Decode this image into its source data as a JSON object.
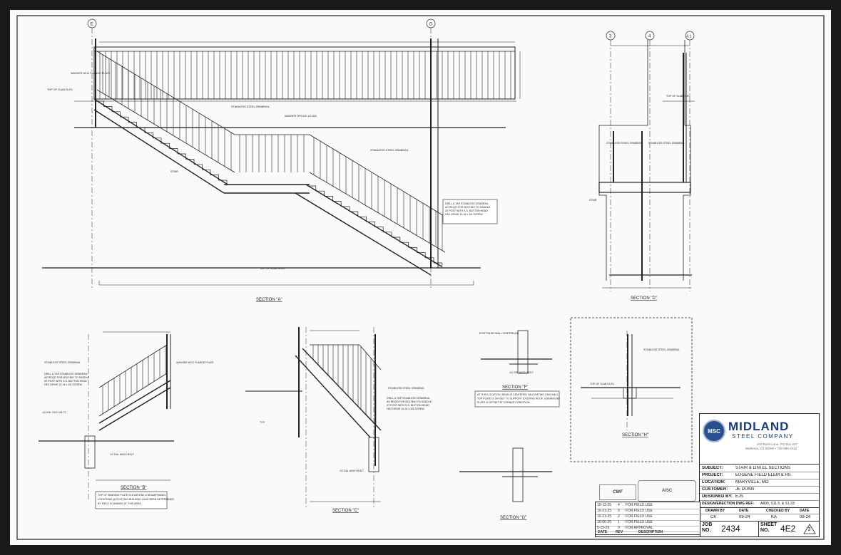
{
  "title_block": {
    "company_initials": "MSC",
    "company_name_1": "MIDLAND",
    "company_name_2": "STEEL COMPANY",
    "address_1": "202 Bosh Lane, PO Box 527",
    "address_2": "Wathena, KS 66090 • 785-989-4442",
    "subject_label": "SUBJECT:",
    "subject": "STAIR & LINTEL SECTIONS",
    "project_label": "PROJECT:",
    "project": "EUGENE FIELD ELEM & HS",
    "location_label": "LOCATION:",
    "location": "MARYVILLE, MO",
    "customer_label": "CUSTOMER:",
    "customer": "JE DUNN",
    "designed_by_label": "DESIGNED BY:",
    "designed_by": "EJS",
    "erection_ref_label": "DESIGN/ERECTION DWG REF:",
    "erection_ref": "A800, S11.5, & S1.33",
    "drawn_by_label": "DRAWN BY",
    "drawn_by": "CK",
    "date_label": "DATE",
    "drawn_date": "09-24",
    "checked_by_label": "CHECKED BY",
    "checked_by": "KA",
    "checked_date": "09-24",
    "job_label_1": "JOB",
    "job_label_2": "NO.",
    "job_no": "2434",
    "sheet_label_1": "SHEET",
    "sheet_label_2": "NO.",
    "sheet_no": "4E2",
    "rev_no": "3",
    "cert_logo_1": "CWF",
    "cert_logo_2": "AISC"
  },
  "revisions": {
    "header_date": "DATE",
    "header_rev": "REV",
    "header_desc": "DESCRIPTION",
    "rows": [
      {
        "date": "10-13-25",
        "rev": "4",
        "desc": "FOR FIELD USE"
      },
      {
        "date": "10-21-25",
        "rev": "3",
        "desc": "FOR FIELD USE"
      },
      {
        "date": "10-21-25",
        "rev": "2",
        "desc": "FOR FIELD USE"
      },
      {
        "date": "10-06-25",
        "rev": "1",
        "desc": "FOR FIELD USE"
      },
      {
        "date": "5-15-25",
        "rev": "0",
        "desc": "FOR APPROVAL"
      }
    ]
  },
  "sections": {
    "a": "SECTION \"A\"",
    "b": "SECTION \"B\"",
    "c": "SECTION \"C\"",
    "d": "SECTION \"D\"",
    "f": "SECTION \"F\"",
    "g": "SECTION \"G\"",
    "h": "SECTION \"H\""
  },
  "grid_bubbles": [
    "E",
    "G",
    "3",
    "4",
    "4.1"
  ],
  "notes": {
    "drill_tap": "DRILL & TAP STAINLESS GRABRAIL AS REQ'D FOR BOLTING TO SADDLE AT POST WITH S.S. BUTTON HEAD HEX DRIVE 10-24 x 3/4 SCREW",
    "lintel_note": "AT THIS LOCATION, BEAM IS CENTERED ON EXISTING CMU WALL. TOP PLATE IS OFFSET TO SUPPORT EXISTING ROOF, & BEAM END PLATE IS OFFSET AT CORNER CONDITION.",
    "bearing_note": "TOP OF BEARING PLATE ELEVATIONS & BEAM/FRAMEL LOCATIONS @ EXISTING BUILDING HAVE BEEN DETERMINED BY FIELD SCANNING AT THIS AREA."
  },
  "labels": {
    "ss_grabrail": "STAINLESS STEEL GRABRAIL",
    "washer_plate": "WASHER W/12 FLANGE PLATE",
    "washer_spliced": "WASHER SPLICE 1/2 DIA",
    "stair": "STAIR",
    "typ": "TYP",
    "top_slab": "TOP OF SLAB ELEV.",
    "existing_wall": "EXIST BLDG WALL CENTERLINE",
    "anchor_bolt": "1/2 DIA. ANCH BOLT",
    "hilti": "1/2 DIA. HILTI KB-TZ"
  }
}
